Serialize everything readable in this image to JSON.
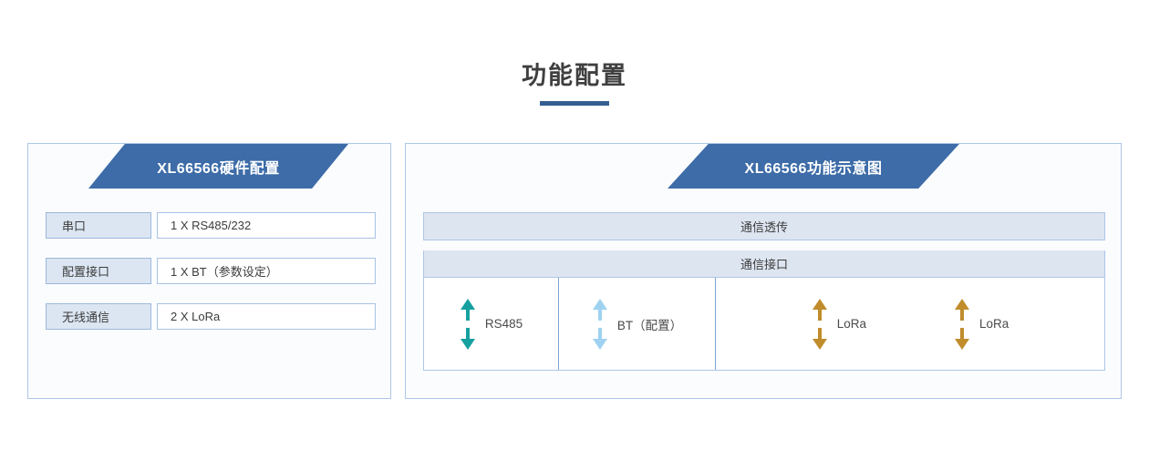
{
  "page": {
    "title": "功能配置",
    "accent_color": "#355F91",
    "banner_color": "#3D6CA8",
    "panel_border_color": "#AEC6E8",
    "bar_fill_color": "#DDE5F1"
  },
  "left_panel": {
    "banner_title": "XL66566硬件配置",
    "rows": [
      {
        "label": "串口",
        "value": "1 X RS485/232"
      },
      {
        "label": "配置接口",
        "value": "1 X BT（参数设定）"
      },
      {
        "label": "无线通信",
        "value": "2 X LoRa"
      }
    ]
  },
  "right_panel": {
    "banner_title": "XL66566功能示意图",
    "transparent_bar": "通信透传",
    "interface_header": "通信接口",
    "ports": [
      {
        "label": "RS485",
        "arrow_color": "#16A0A0",
        "arrow_name": "double-arrow-teal"
      },
      {
        "label": "BT（配置）",
        "arrow_color": "#9FD2F0",
        "arrow_name": "double-arrow-lightblue"
      },
      {
        "label": "LoRa",
        "arrow_color": "#C08C2C",
        "arrow_name": "double-arrow-gold"
      },
      {
        "label": "LoRa",
        "arrow_color": "#C08C2C",
        "arrow_name": "double-arrow-gold"
      }
    ]
  }
}
